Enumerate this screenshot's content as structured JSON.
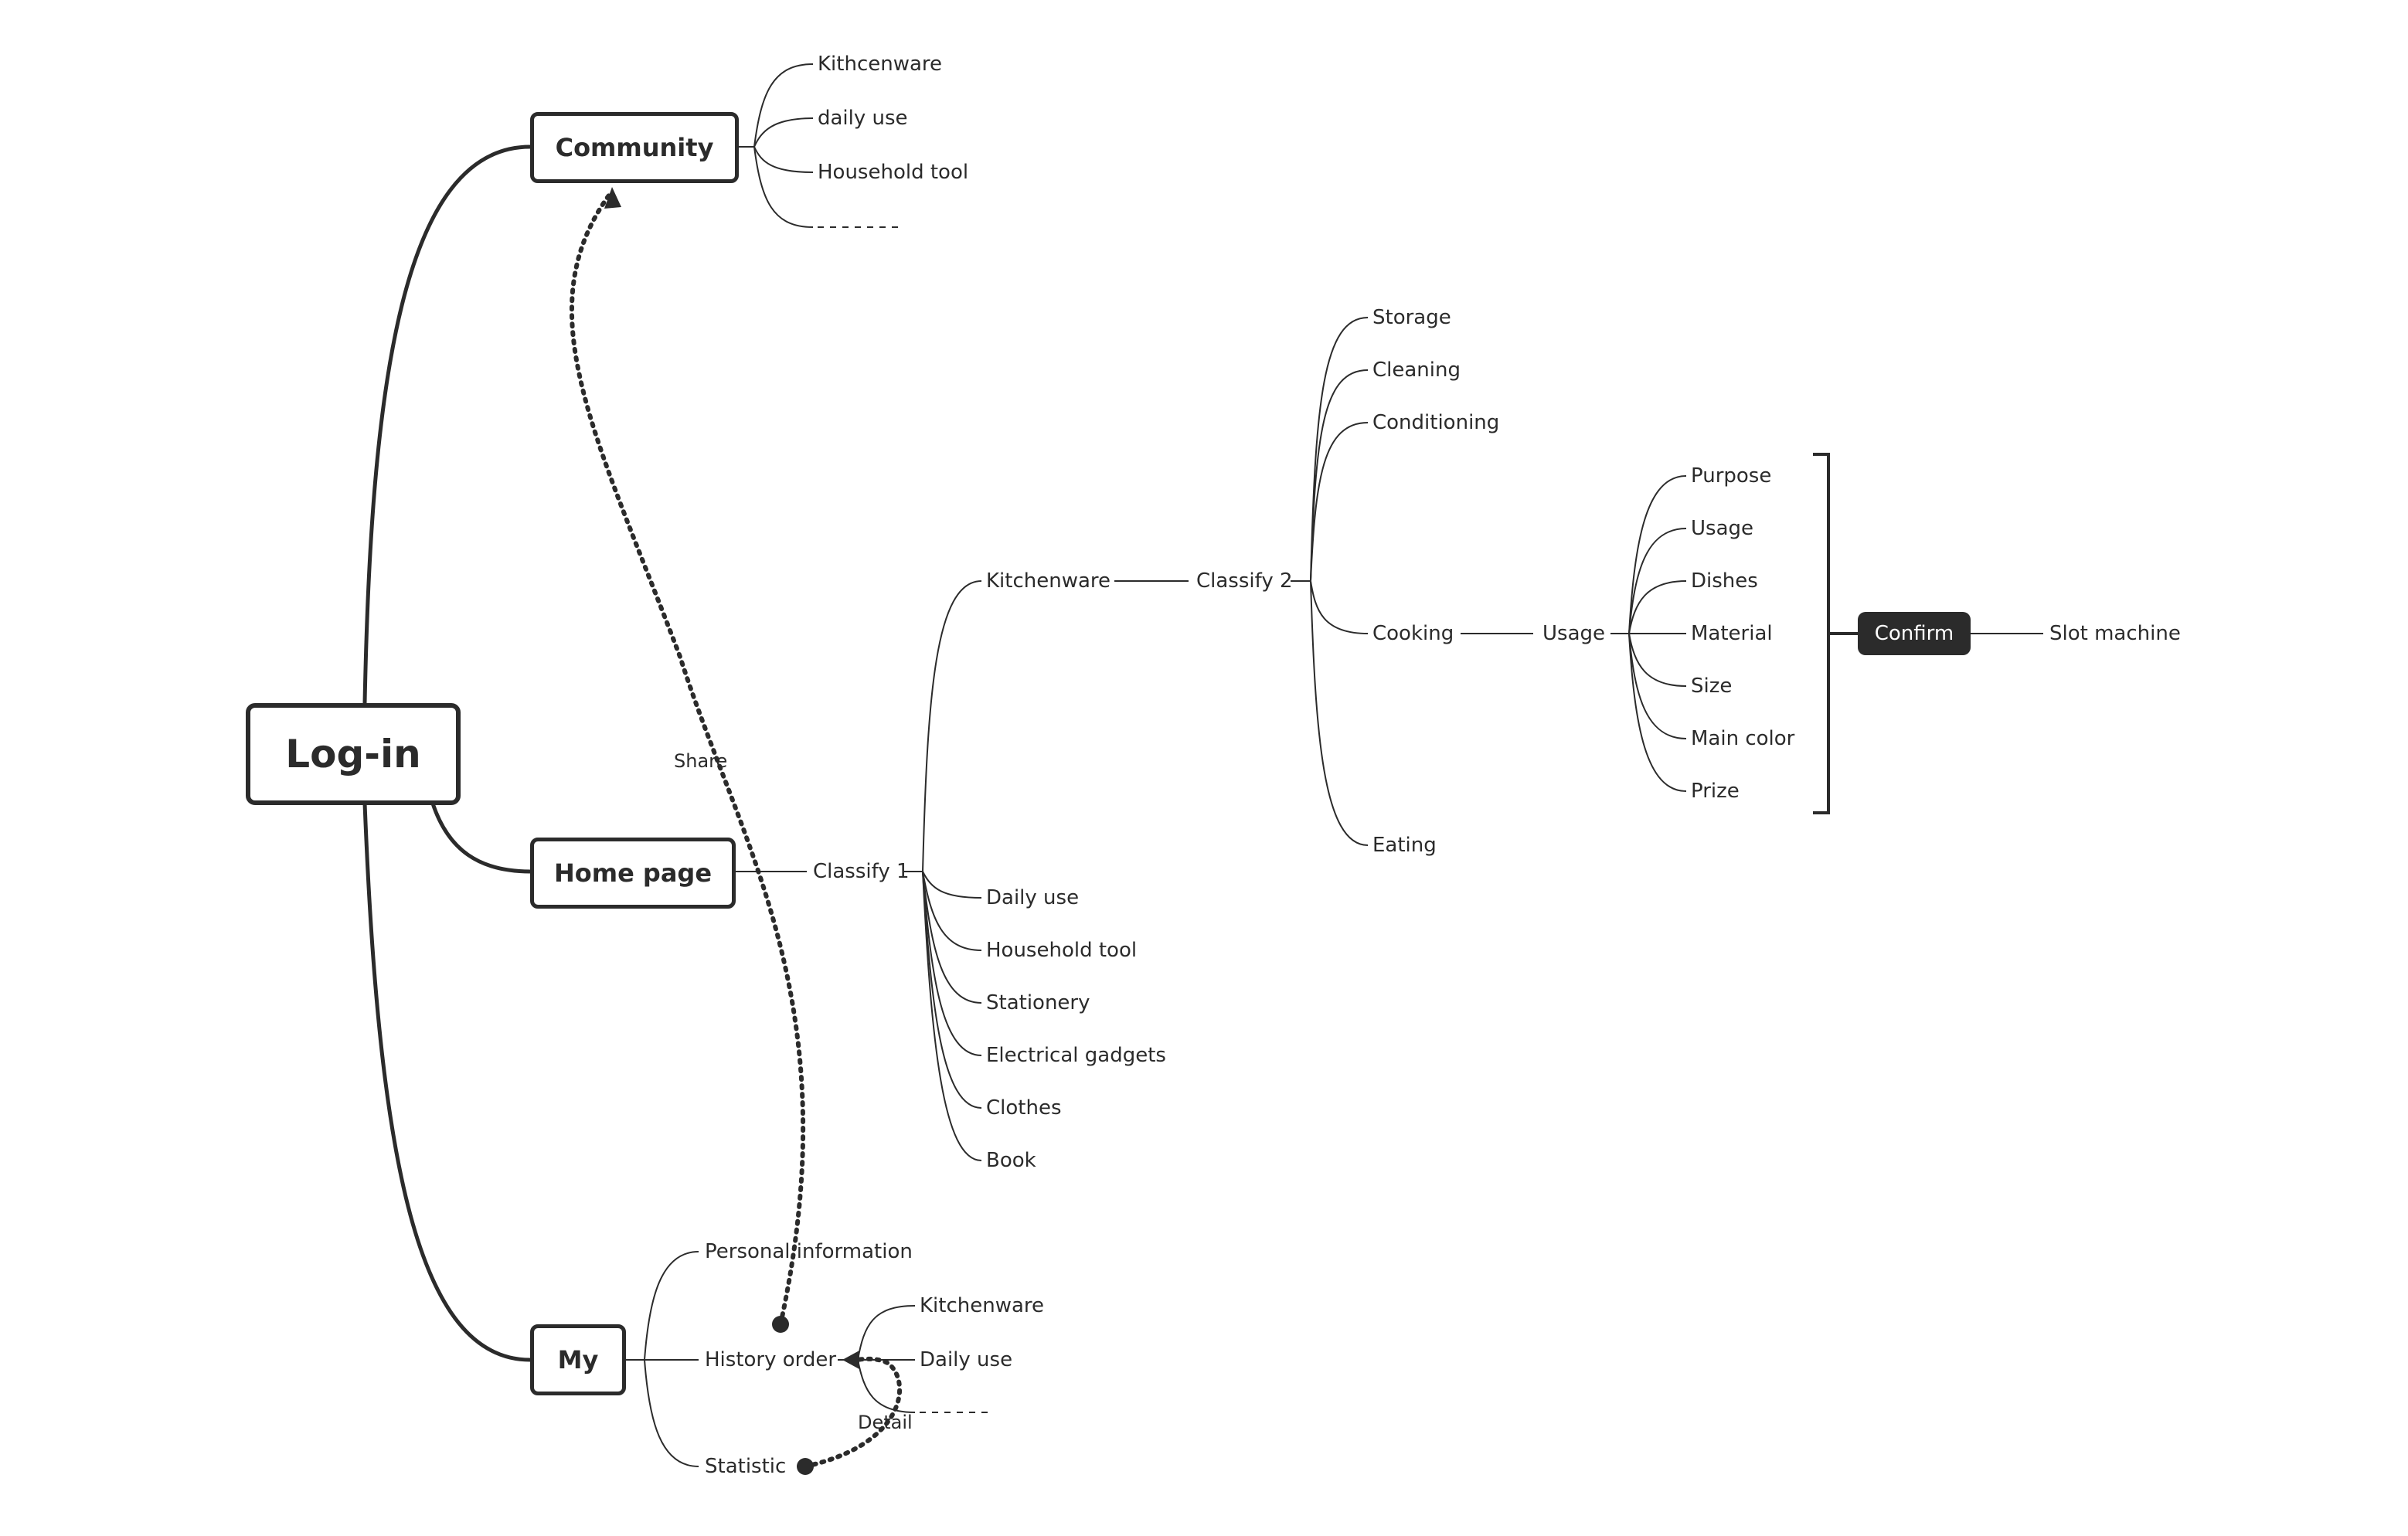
{
  "root": {
    "label": "Log-in"
  },
  "community": {
    "label": "Community",
    "children": [
      "Kithcenware",
      "daily use",
      "Household tool"
    ]
  },
  "home": {
    "label": "Home page",
    "classify1": {
      "label": "Classify 1",
      "kitchenware": "Kitchenware",
      "children": [
        "Daily use",
        "Household tool",
        "Stationery",
        "Electrical gadgets",
        "Clothes",
        "Book"
      ]
    },
    "classify2": {
      "label": "Classify 2",
      "children": [
        "Storage",
        "Cleaning",
        "Conditioning",
        "Cooking",
        "Eating"
      ]
    },
    "usage": {
      "label": "Usage",
      "children": [
        "Purpose",
        "Usage",
        "Dishes",
        "Material",
        "Size",
        "Main color",
        "Prize"
      ]
    },
    "confirm": "Confirm",
    "slot_machine": "Slot machine"
  },
  "my": {
    "label": "My",
    "children": [
      "Personal information",
      "History order",
      "Statistic"
    ],
    "history_children": [
      "Kitchenware",
      "Daily use"
    ]
  },
  "relations": {
    "share": "Share",
    "detail": "Detail"
  },
  "colors": {
    "ink": "#2b2b2b",
    "confirm_bg": "#2b2b2b",
    "confirm_text": "#ffffff",
    "background": "#ffffff"
  }
}
